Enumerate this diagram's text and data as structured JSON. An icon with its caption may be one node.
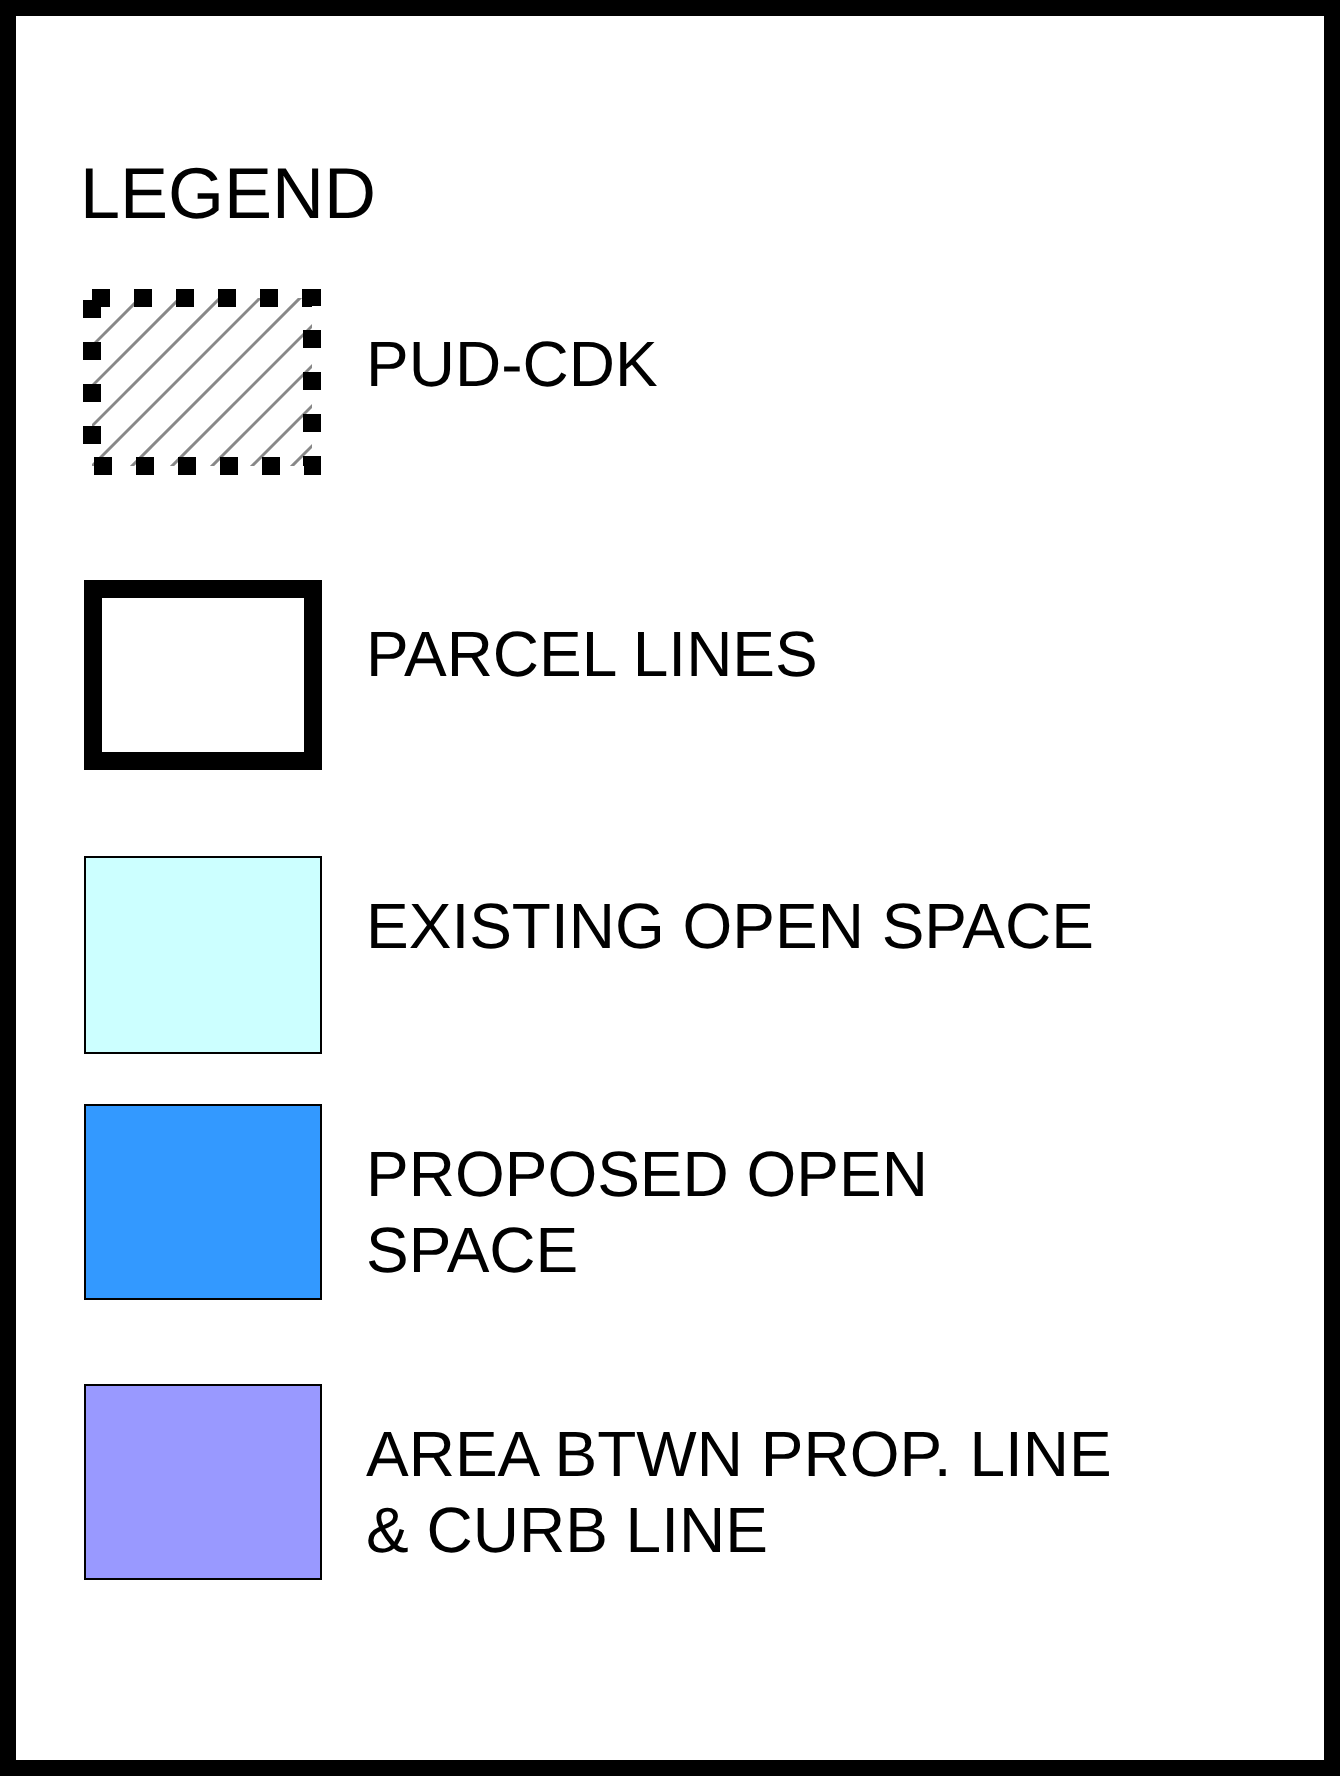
{
  "diagram": {
    "title": "LEGEND",
    "legend": [
      {
        "text": "PUD-CDK"
      },
      {
        "text": "PARCEL LINES"
      },
      {
        "text": "EXISTING OPEN SPACE",
        "color": "#ccffff"
      },
      {
        "text": "PROPOSED OPEN SPACE",
        "color": "#3399ff"
      },
      {
        "text": "AREA BTWN PROP. LINE & CURB LINE",
        "color": "#9999ff"
      }
    ]
  }
}
